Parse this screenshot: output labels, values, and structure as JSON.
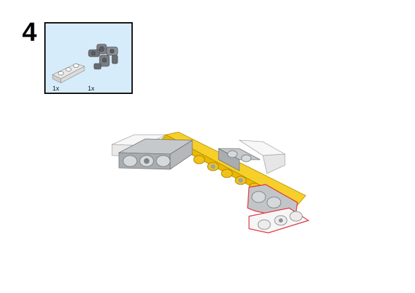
{
  "step": {
    "number": "4"
  },
  "parts_list": {
    "parts": [
      {
        "name": "white-beam-3",
        "quantity": "1x",
        "color": "#ffffff"
      },
      {
        "name": "dark-gray-cross-connector",
        "quantity": "1x",
        "color": "#8a8a8a"
      }
    ],
    "background": "#d6ecfa"
  },
  "assembly": {
    "colors": {
      "yellow_beam": "#f5c518",
      "light_gray": "#b9bcbf",
      "white": "#f6f6f6",
      "highlight_outline": "#e0303a"
    }
  }
}
